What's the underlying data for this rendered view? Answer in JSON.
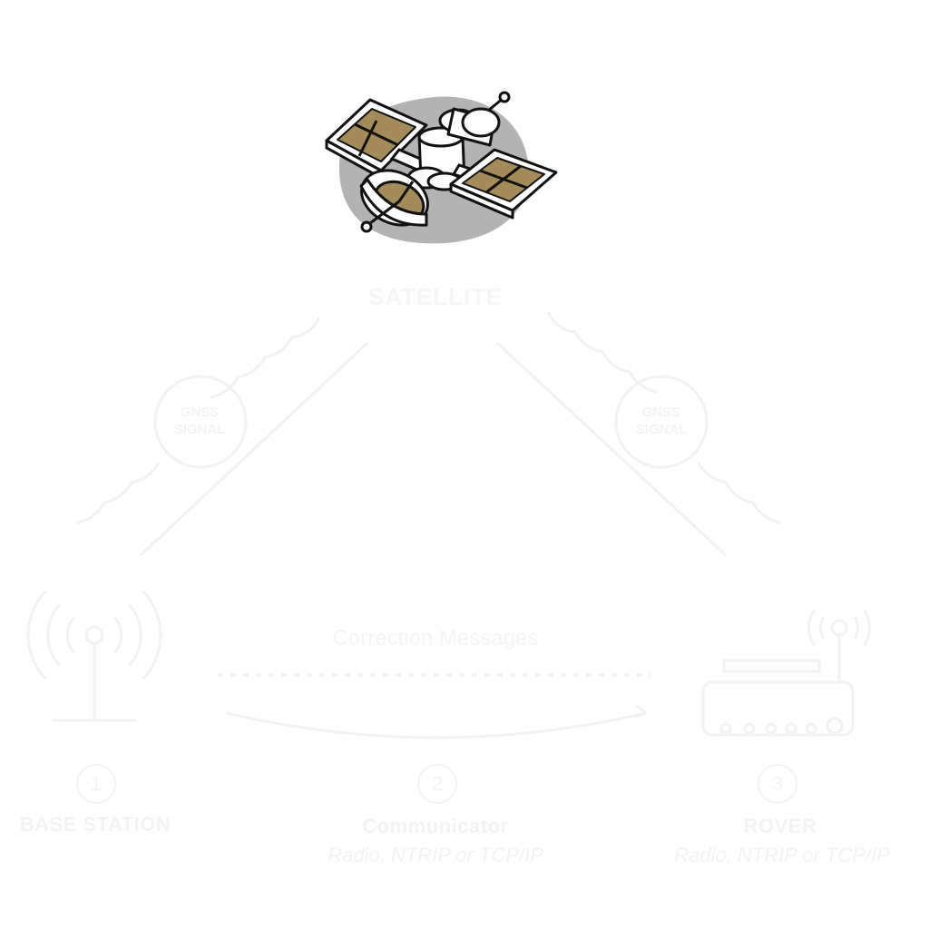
{
  "satellite": {
    "label": "SATELLITE"
  },
  "gnss_left": {
    "line1": "GNSS",
    "line2": "SIGNAL"
  },
  "gnss_right": {
    "line1": "GNSS",
    "line2": "SIGNAL"
  },
  "correction": {
    "label": "Correction Messages"
  },
  "base": {
    "number": "1",
    "name": "BASE STATION"
  },
  "communicator": {
    "number": "2",
    "name": "Communicator",
    "sub": "Radio, NTRIP or TCP/IP"
  },
  "rover": {
    "number": "3",
    "name": "ROVER",
    "sub": "Radio, NTRIP or TCP/IP"
  },
  "colors": {
    "panel": "#a48b5a",
    "blob": "#b3b3b3",
    "outline": "#111111",
    "faint": "#f2f2f2"
  }
}
